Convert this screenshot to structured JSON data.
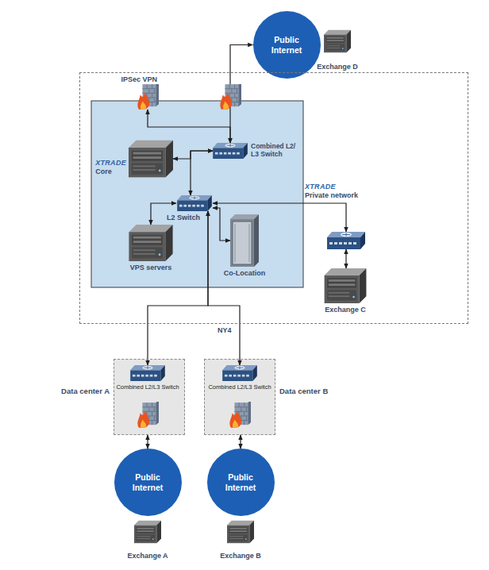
{
  "diagram": {
    "nodes": [
      {
        "text": [
          "Public Internet"
        ]
      },
      {
        "text": [
          "Exchange D"
        ]
      },
      {
        "text": [
          "NY4"
        ]
      },
      {
        "text": [
          "IPSec VPN"
        ],
        "in": 2
      },
      {
        "text": [
          "Combined L2/ L3 Switch"
        ],
        "in": 2
      },
      {
        "text": [
          "XTRADE",
          "Core"
        ],
        "in": 2
      },
      {
        "text": [
          "L2 Switch"
        ],
        "in": 2
      },
      {
        "text": [
          "VPS servers"
        ],
        "in": 2
      },
      {
        "text": [
          "Co-Location"
        ],
        "in": 2
      },
      {
        "text": [
          "XTRADE",
          "Private network"
        ],
        "in": 2
      },
      {
        "text": [
          "Exchange C"
        ],
        "in": 2
      },
      {
        "text": [
          "Data center A"
        ]
      },
      {
        "text": [
          "Combined L2/L3 Switch"
        ],
        "in": 11
      },
      {
        "text": [
          "Data center B"
        ]
      },
      {
        "text": [
          "Combined L2/L3 Switch"
        ],
        "in": 13
      },
      {
        "text": [
          "Public Internet"
        ]
      },
      {
        "text": [
          "Exchange A"
        ]
      },
      {
        "text": [
          "Public Internet"
        ]
      },
      {
        "text": [
          "Exchange B"
        ]
      }
    ],
    "edges": [
      {
        "from": 0,
        "to": 4,
        "arrow": "both"
      },
      {
        "from": 3,
        "to": 4,
        "arrow": "both"
      },
      {
        "from": 4,
        "to": 5,
        "arrow": "both"
      },
      {
        "from": 4,
        "to": 6,
        "arrow": "both"
      },
      {
        "from": 6,
        "to": 7,
        "arrow": "both"
      },
      {
        "from": 6,
        "to": 8,
        "arrow": "both"
      },
      {
        "from": 6,
        "to": 9,
        "arrow": "both"
      },
      {
        "from": 9,
        "to": 10,
        "arrow": "both"
      },
      {
        "from": 6,
        "to": 12,
        "arrow": "both"
      },
      {
        "from": 6,
        "to": 14,
        "arrow": "both"
      },
      {
        "from": 11,
        "to": 15,
        "arrow": "both"
      },
      {
        "from": 13,
        "to": 17,
        "arrow": "both"
      }
    ]
  }
}
